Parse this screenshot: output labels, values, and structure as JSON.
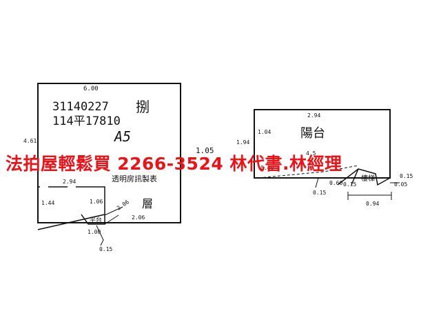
{
  "watermark": "法拍屋輕鬆買  2266-3524  林代書.林經理",
  "left_plan": {
    "code_line1": "31140227",
    "code_line2": "114平17810",
    "sheet_label": "A5",
    "footer_stamp": "透明房訊製表",
    "dim_top": "6.00",
    "dim_left": "4.61",
    "dim_inner_top": "2.94",
    "dim_inner_left": "1.44",
    "dim_inner_right": "1.06",
    "dim_small_a": "2.06",
    "dim_small_b": "2.06",
    "dim_bottom": "1.00",
    "dim_tail": "0.15",
    "char_right": "捌",
    "char_floor": "層",
    "char_stair": "平台"
  },
  "right_plan": {
    "dim_top": "2.94",
    "dim_left_outer": "1.94",
    "dim_left_inner": "1.04",
    "label_balcony": "陽台",
    "label_inner": "4.5",
    "dim_mid": "0.60",
    "dim_right_a": "0.15",
    "dim_right_b": "0.05",
    "dim_right_c": "0.15",
    "dim_bottom": "0.94",
    "dim_low_left": "0.15",
    "label_stair": "樓梯",
    "dim_edge": "0.40"
  },
  "between_label": "1.05"
}
